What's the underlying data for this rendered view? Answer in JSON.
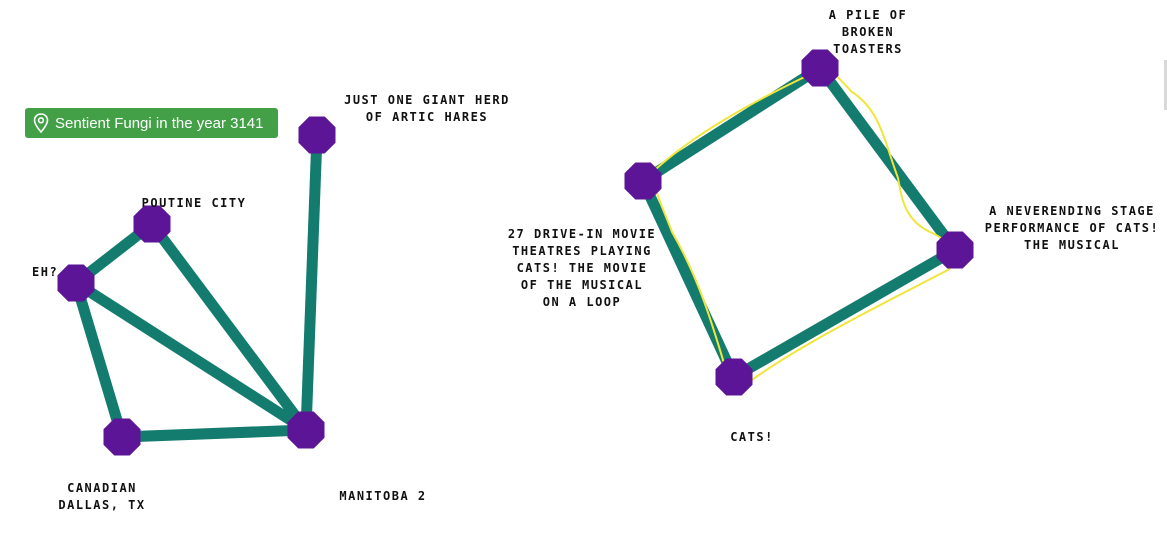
{
  "badge": {
    "label": "Sentient Fungi in the year 3141",
    "icon": "map-pin-icon",
    "color": "#43a047"
  },
  "colors": {
    "edge": "#137c6f",
    "node": "#5b1596",
    "outline": "#f0e53a"
  },
  "graphs": [
    {
      "nodes": [
        {
          "id": "hares",
          "lines": [
            "JUST ONE GIANT HERD",
            "OF ARTIC HARES"
          ]
        },
        {
          "id": "poutine",
          "lines": [
            "POUTINE CITY"
          ]
        },
        {
          "id": "eh",
          "lines": [
            "EH?"
          ]
        },
        {
          "id": "dallas",
          "lines": [
            "CANADIAN",
            "DALLAS, TX"
          ]
        },
        {
          "id": "manitoba",
          "lines": [
            "MANITOBA 2"
          ]
        }
      ],
      "edges": [
        [
          "eh",
          "poutine"
        ],
        [
          "poutine",
          "manitoba"
        ],
        [
          "eh",
          "manitoba"
        ],
        [
          "eh",
          "dallas"
        ],
        [
          "dallas",
          "manitoba"
        ],
        [
          "hares",
          "manitoba"
        ]
      ]
    },
    {
      "nodes": [
        {
          "id": "toasters",
          "lines": [
            "A PILE OF",
            "BROKEN",
            "TOASTERS"
          ]
        },
        {
          "id": "drivein",
          "lines": [
            "27 DRIVE-IN MOVIE",
            "THEATRES PLAYING",
            "CATS! THE MOVIE",
            "OF THE MUSICAL",
            "ON A LOOP"
          ]
        },
        {
          "id": "stage",
          "lines": [
            "A NEVERENDING STAGE",
            "PERFORMANCE OF CATS!",
            "THE MUSICAL"
          ]
        },
        {
          "id": "cats",
          "lines": [
            "CATS!"
          ]
        }
      ],
      "edges": [
        [
          "toasters",
          "drivein"
        ],
        [
          "toasters",
          "stage"
        ],
        [
          "drivein",
          "cats"
        ],
        [
          "stage",
          "cats"
        ]
      ]
    }
  ]
}
